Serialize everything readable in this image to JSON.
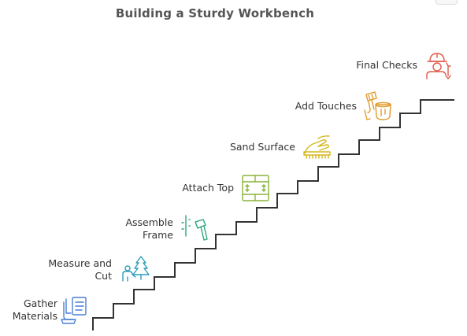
{
  "title": "Building a Sturdy Workbench",
  "steps": [
    {
      "lines": [
        "Gather",
        "Materials"
      ],
      "icon": "clipboard-checklist-icon",
      "color": "#4a7fd4"
    },
    {
      "lines": [
        "Measure and",
        "Cut"
      ],
      "icon": "person-tree-icon",
      "color": "#2a9fb8"
    },
    {
      "lines": [
        "Assemble",
        "Frame"
      ],
      "icon": "hammer-icon",
      "color": "#2aa87a"
    },
    {
      "lines": [
        "Attach Top"
      ],
      "icon": "grid-panel-icon",
      "color": "#8ab33a"
    },
    {
      "lines": [
        "Sand Surface"
      ],
      "icon": "sanding-hand-icon",
      "color": "#d6b820"
    },
    {
      "lines": [
        "Add Touches"
      ],
      "icon": "paint-brush-bucket-icon",
      "color": "#e09a2a"
    },
    {
      "lines": [
        "Final Checks"
      ],
      "icon": "worker-wrench-icon",
      "color": "#e05a4a"
    }
  ],
  "colors": {
    "staircase": "#333333",
    "title": "#555555"
  }
}
